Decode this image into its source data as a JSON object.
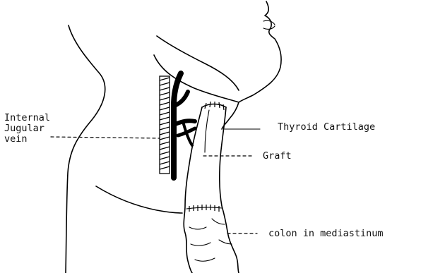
{
  "labels": {
    "internal_jugular_line1": "Internal",
    "internal_jugular_line2": "Jugular",
    "internal_jugular_line3": "vein",
    "thyroid_cartilage": "Thyroid Cartilage",
    "graft": "Graft",
    "colon_in_mediastinum": "colon in mediastinum"
  }
}
